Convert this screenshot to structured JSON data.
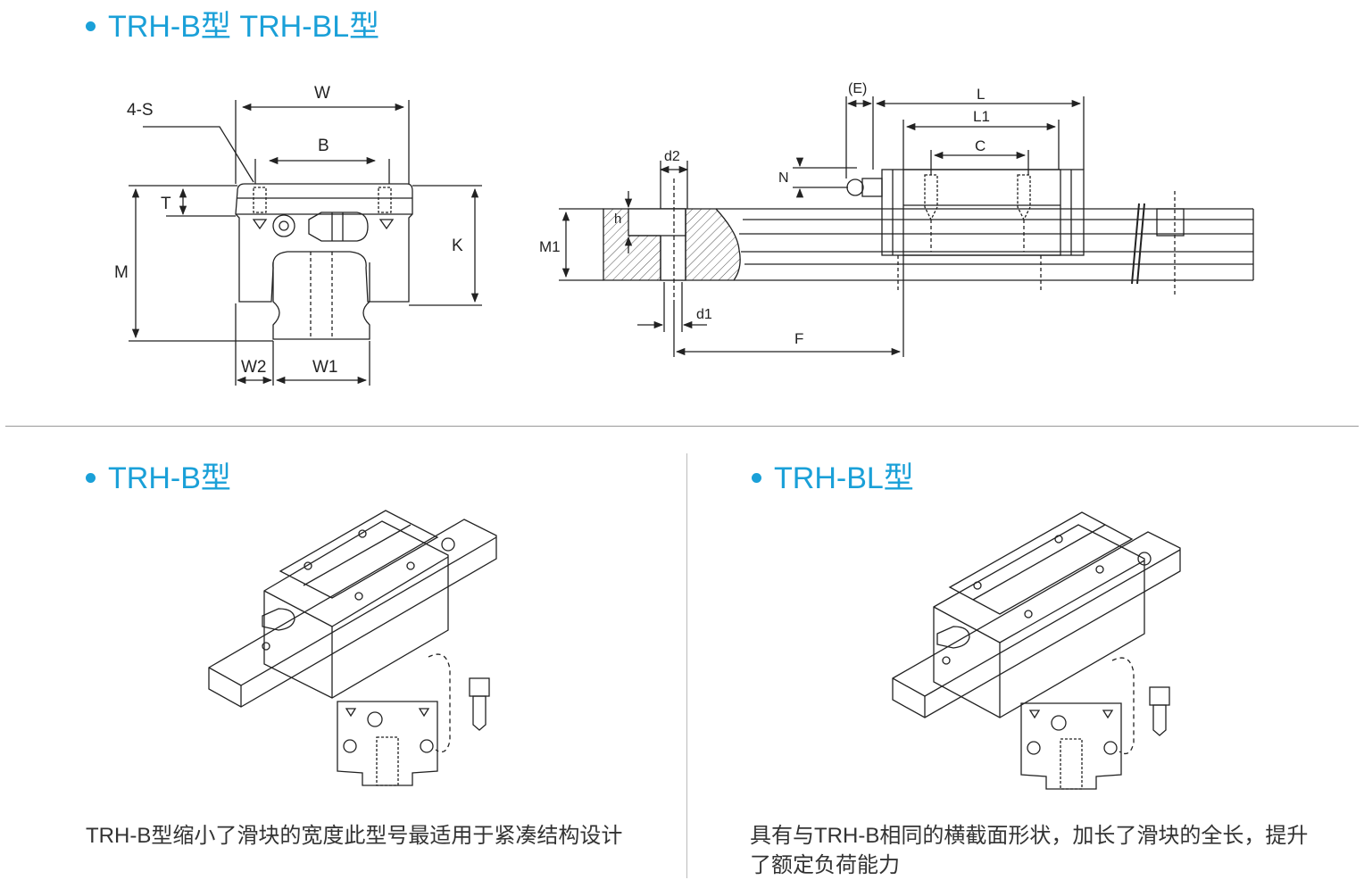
{
  "headings": {
    "top": "TRH-B型  TRH-BL型",
    "left": "TRH-B型",
    "right": "TRH-BL型"
  },
  "front_view_labels": {
    "w": "W",
    "s": "4-S",
    "b": "B",
    "t": "T",
    "m": "M",
    "k": "K",
    "w2": "W2",
    "w1": "W1"
  },
  "side_view_labels": {
    "e": "(E)",
    "l": "L",
    "l1": "L1",
    "c": "C",
    "n": "N",
    "d2": "d2",
    "m1": "M1",
    "h": "h",
    "d1": "d1",
    "f": "F"
  },
  "descriptions": {
    "left": "TRH-B型缩小了滑块的宽度此型号最适用于紧凑结构设计",
    "right": "具有与TRH-B相同的横截面形状，加长了滑块的全长，提升了额定负荷能力"
  },
  "colors": {
    "accent": "#1aa0d8",
    "line": "#222222"
  }
}
